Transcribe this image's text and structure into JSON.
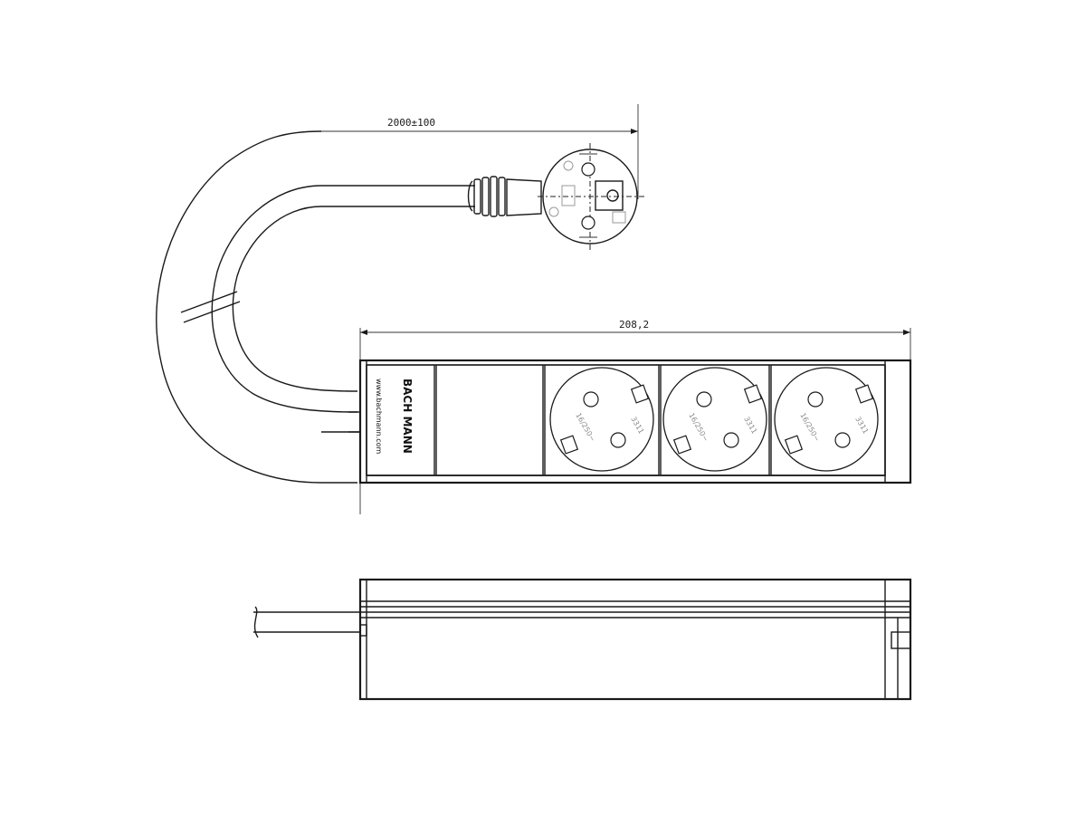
{
  "drawing": {
    "cable_length_label": "2000±100",
    "strip_length_label": "208,2",
    "brand_text": "BACH MANN",
    "brand_url": "www.bachmann.com",
    "socket_rating_a": "16/250~",
    "socket_rating_b": "3311"
  },
  "sockets": [
    {
      "id": 1
    },
    {
      "id": 2
    },
    {
      "id": 3
    }
  ]
}
